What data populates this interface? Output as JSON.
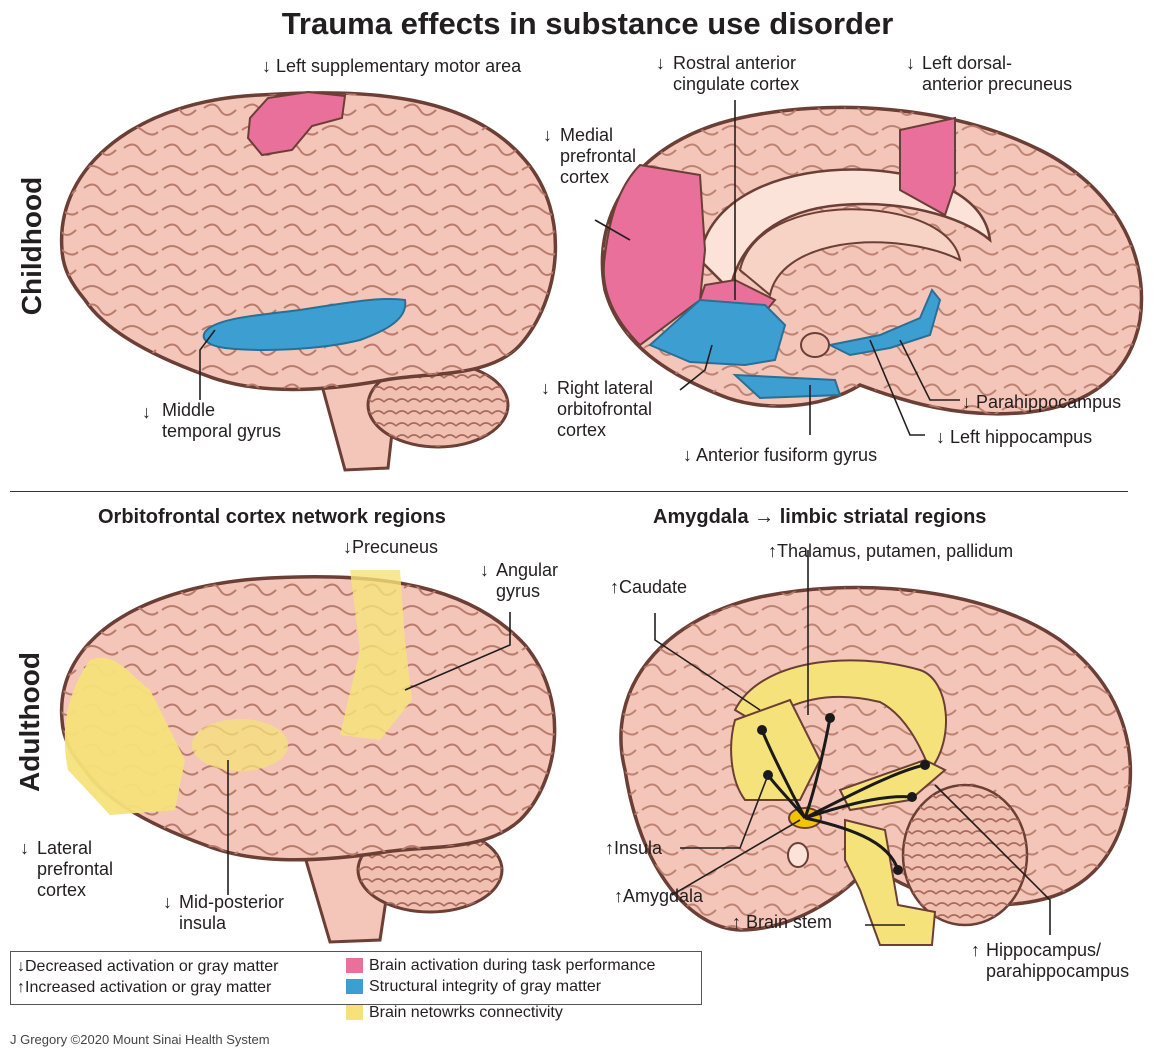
{
  "title": "Trauma effects in substance use disorder",
  "row_labels": {
    "top": "Childhood",
    "bottom": "Adulthood"
  },
  "arrows": {
    "down": "↓",
    "up": "↑"
  },
  "colors": {
    "pink": "#e8709b",
    "blue": "#3d9fd1",
    "yellow": "#f6e27a",
    "brain": "#f4c6b9",
    "outline": "#6b3f35"
  },
  "childhood": {
    "lateral": {
      "left_sma": "Left supplementary motor area",
      "middle_temporal": [
        "Middle",
        "temporal gyrus"
      ]
    },
    "medial": {
      "rostral_acc": [
        "Rostral anterior",
        "cingulate cortex"
      ],
      "left_precuneus": [
        "Left dorsal-",
        "anterior precuneus"
      ],
      "medial_pfc": [
        "Medial",
        "prefrontal",
        "cortex"
      ],
      "right_ofc": [
        "Right lateral",
        "orbitofrontal",
        "cortex"
      ],
      "parahippocampus": "Parahippocampus",
      "left_hippocampus": "Left hippocampus",
      "fusiform": "Anterior fusiform gyrus"
    }
  },
  "adulthood": {
    "ofc_network": {
      "heading": "Orbitofrontal cortex network regions",
      "precuneus": "Precuneus",
      "angular": [
        "Angular",
        "gyrus"
      ],
      "lateral_pfc": [
        "Lateral",
        "prefrontal",
        "cortex"
      ],
      "insula": [
        "Mid-posterior",
        "insula"
      ]
    },
    "amygdala": {
      "heading": "Amygdala → limbic striatal regions",
      "thalamus": "Thalamus, putamen, pallidum",
      "caudate": "Caudate",
      "insula": "Insula",
      "amygdala": "Amygdala",
      "brain_stem": "Brain stem",
      "hippocampus": [
        "Hippocampus/",
        "parahippocampus"
      ]
    }
  },
  "legend": {
    "decreased": "Decreased activation or gray matter",
    "increased": "Increased activation or gray matter",
    "pink": "Brain activation during task performance",
    "blue": "Structural integrity of gray matter",
    "yellow": "Brain netowrks connectivity"
  },
  "credit": "J Gregory ©2020 Mount Sinai Health System"
}
